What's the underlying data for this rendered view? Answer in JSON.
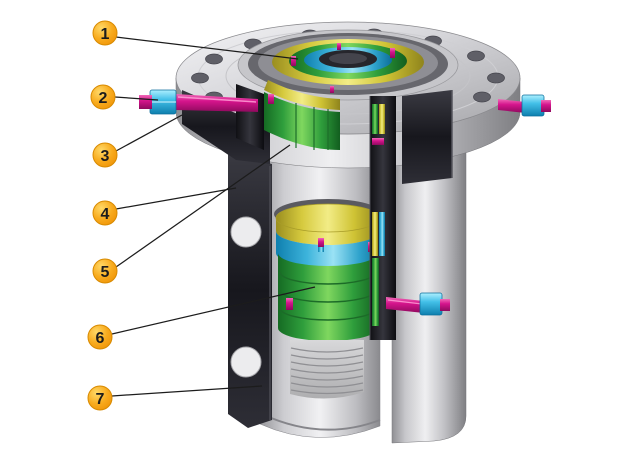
{
  "figure": {
    "background": "#ffffff"
  },
  "callouts": [
    {
      "label": "1"
    },
    {
      "label": "2"
    },
    {
      "label": "3"
    },
    {
      "label": "4"
    },
    {
      "label": "5"
    },
    {
      "label": "6"
    },
    {
      "label": "7"
    }
  ],
  "colors": {
    "callout_fill": "#f8a81e",
    "callout_border": "#d88a00",
    "callout_text": "#1c1c1c",
    "leader_line": "#1c1c1c",
    "steel_light": "#ededef",
    "steel_mid": "#b9b9bd",
    "steel_dark": "#7f7f83",
    "cut_section_dark": "#1c1c22",
    "hanger_green": "#3fae4a",
    "seal_yellow": "#e4d84f",
    "seal_cyan": "#47bde4",
    "lock_screw_magenta": "#d5148c"
  }
}
